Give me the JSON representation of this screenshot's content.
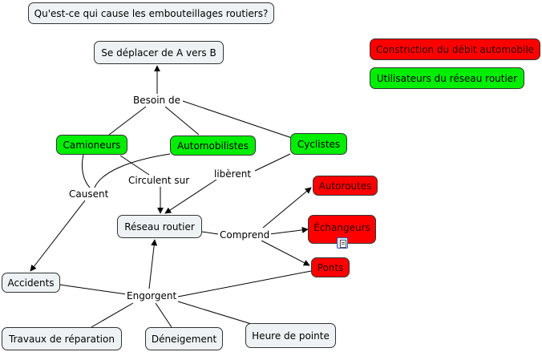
{
  "question": "Qu'est-ce qui cause les embouteillages routiers?",
  "legend": {
    "red_label": "Constriction du débit automobile",
    "green_label": "Utilisateurs du réseau routier"
  },
  "nodes": {
    "deplacer": "Se déplacer de A vers B",
    "camioneurs": "Camioneurs",
    "automobilistes": "Automobilistes",
    "cyclistes": "Cyclistes",
    "reseau": "Réseau routier",
    "autoroutes": "Autoroutes",
    "echangeurs": "Échangeurs",
    "ponts": "Ponts",
    "accidents": "Accidents",
    "travaux": "Travaux de réparation",
    "deneigement": "Déneigement",
    "heure_pointe": "Heure de pointe"
  },
  "links": {
    "besoin_de": "Besoin de",
    "causent": "Causent",
    "circulent_sur": "Circulent sur",
    "liberent": "libèrent",
    "comprend": "Comprend",
    "engorgent": "Engorgent"
  },
  "colors": {
    "concept_fill": "#eef2f4",
    "user_fill": "#00ee00",
    "constriction_fill": "#ff0000",
    "line": "#000000"
  }
}
